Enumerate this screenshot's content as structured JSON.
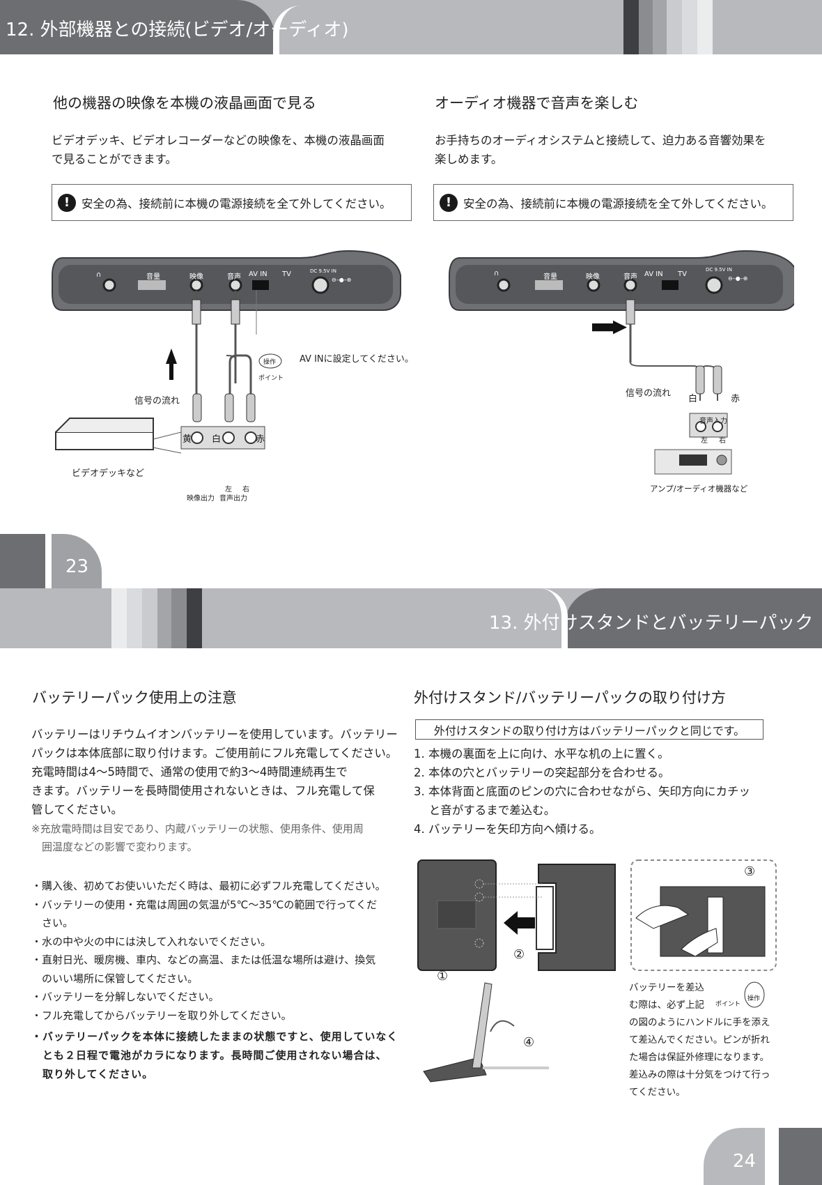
{
  "page23": {
    "header_title": "12. 外部機器との接続(ビデオ/オーディオ)",
    "left": {
      "heading": "他の機器の映像を本機の液晶画面で見る",
      "desc_line1": "ビデオデッキ、ビデオレコーダーなどの映像を、本機の液晶画面",
      "desc_line2": "で見ることができます。",
      "warning": "安全の為、接続前に本機の電源接続を全て外してください。"
    },
    "right": {
      "heading": "オーディオ機器で音声を楽しむ",
      "desc_line1": "お手持ちのオーディオシステムと接続して、迫力ある音響効果を",
      "desc_line2": "楽しめます。",
      "warning": "安全の為、接続前に本機の電源接続を全て外してください。"
    },
    "panel_labels": {
      "headphone": "∩",
      "volume": "音量",
      "video": "映像",
      "audio": "音声",
      "avin": "AV IN",
      "tv": "TV",
      "dc": "DC 9.5V IN",
      "polarity": "⊖–●–⊕"
    },
    "diagram_left": {
      "setting_note": "AV INに設定してください。",
      "badge_top": "操作",
      "badge_bottom": "ポイント",
      "signal_flow": "信号の流れ",
      "yellow": "黄",
      "white": "白",
      "red": "赤",
      "device": "ビデオデッキなど",
      "left_ch": "左",
      "right_ch": "右",
      "video_out": "映像出力",
      "audio_out": "音声出力"
    },
    "diagram_right": {
      "signal_flow": "信号の流れ",
      "white": "白",
      "red": "赤",
      "audio_in": "音声入力",
      "left_ch": "左",
      "right_ch": "右",
      "device": "アンプ/オーディオ機器など"
    },
    "page_number": "23"
  },
  "page24": {
    "header_title": "13. 外付けスタンドとバッテリーパック",
    "left": {
      "heading": "バッテリーパック使用上の注意",
      "para_lines": [
        "バッテリーはリチウムイオンバッテリーを使用しています。バッテリー",
        "パックは本体底部に取り付けます。ご使用前にフル充電してください。",
        "充電時間は4～5時間で、通常の使用で約3～4時間連続再生で",
        "きます。バッテリーを長時間使用されないときは、フル充電して保",
        "管してください。"
      ],
      "gray_lines": [
        "※充放電時間は目安であり、内蔵バッテリーの状態、使用条件、使用周",
        "　囲温度などの影響で変わります。"
      ],
      "bullet_lines": [
        "・購入後、初めてお使いいただく時は、最初に必ずフル充電してください。",
        "・バッテリーの使用・充電は周囲の気温が5℃～35℃の範囲で行ってくだ",
        "　さい。",
        "・水の中や火の中には決して入れないでください。",
        "・直射日光、暖房機、車内、などの高温、または低温な場所は避け、換気",
        "　のいい場所に保管してください。",
        "・バッテリーを分解しないでください。",
        "・フル充電してからバッテリーを取り外してください。"
      ],
      "bold_lines": [
        "・バッテリーパックを本体に接続したままの状態ですと、使用していなく",
        "　とも２日程で電池がカラになります。長時間ご使用されない場合は、",
        "　取り外してください。"
      ]
    },
    "right": {
      "heading": "外付けスタンド/バッテリーパックの取り付け方",
      "box_note": "外付けスタンドの取り付け方はバッテリーパックと同じです。",
      "steps": [
        "1.  本機の裏面を上に向け、水平な机の上に置く。",
        "2.  本体の穴とバッテリーの突起部分を合わせる。",
        "3.  本体背面と底面のピンの穴に合わせながら、矢印方向にカチッ",
        "　  と音がするまで差込む。",
        "4.  バッテリーを矢印方向へ傾ける。"
      ],
      "callouts": [
        "①",
        "②",
        "③",
        "④"
      ],
      "side_note_lines": [
        "バッテリーを差込",
        "む際は、必ず上記",
        "の図のようにハンドルに手を添え",
        "て差込んでください。ピンが折れ",
        "た場合は保証外修理になります。",
        "差込みの際は十分気をつけて行っ",
        "てください。"
      ],
      "badge_top": "操作",
      "badge_bottom": "ポイント"
    },
    "page_number": "24"
  }
}
